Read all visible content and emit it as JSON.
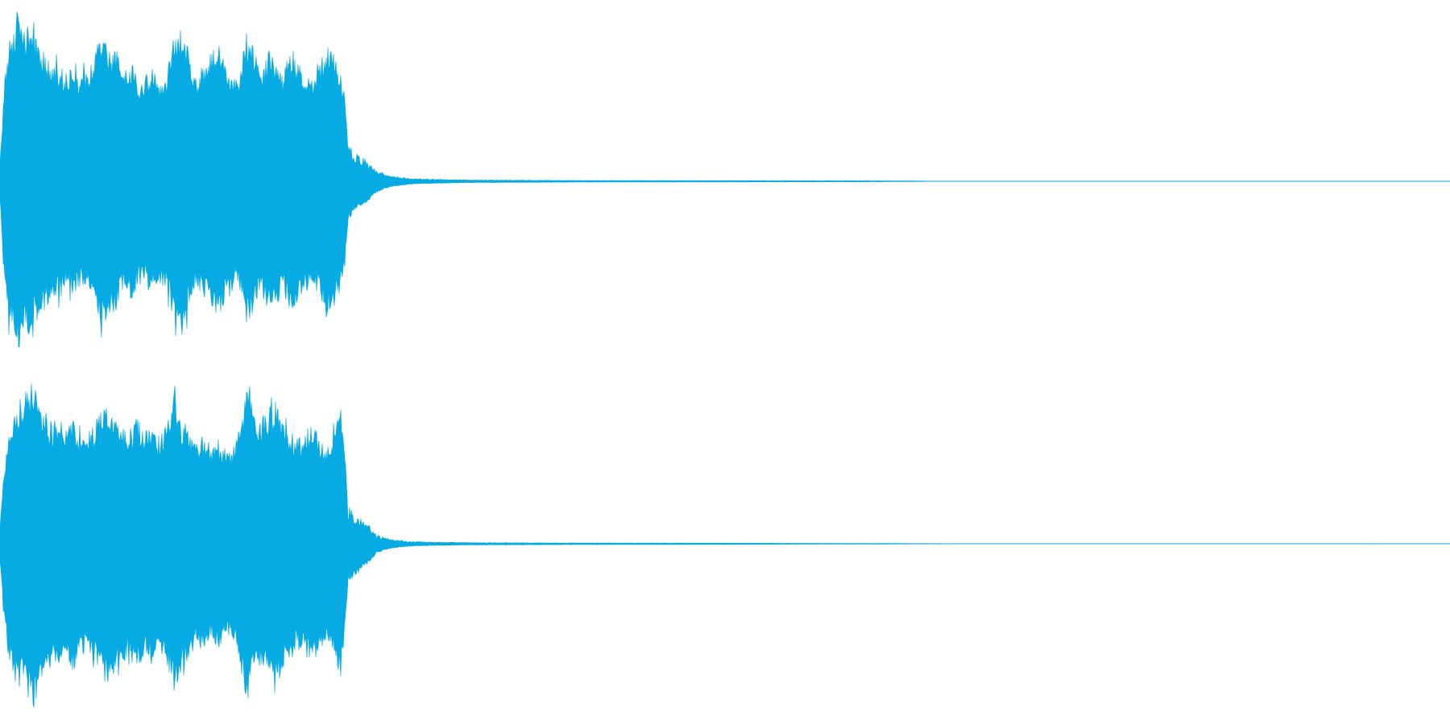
{
  "waveform": {
    "color": "#07ABE3",
    "background": "#FFFFFF",
    "channels": [
      {
        "name": "channel-1",
        "duration_fraction_loud": 0.24,
        "envelope": [
          [
            0.0,
            0.1
          ],
          [
            0.003,
            0.55
          ],
          [
            0.006,
            0.78
          ],
          [
            0.01,
            0.88
          ],
          [
            0.013,
            0.97
          ],
          [
            0.016,
            0.82
          ],
          [
            0.02,
            0.86
          ],
          [
            0.024,
            0.8
          ],
          [
            0.028,
            0.74
          ],
          [
            0.032,
            0.7
          ],
          [
            0.036,
            0.62
          ],
          [
            0.04,
            0.66
          ],
          [
            0.045,
            0.6
          ],
          [
            0.05,
            0.63
          ],
          [
            0.055,
            0.58
          ],
          [
            0.06,
            0.62
          ],
          [
            0.065,
            0.7
          ],
          [
            0.07,
            0.84
          ],
          [
            0.075,
            0.72
          ],
          [
            0.08,
            0.74
          ],
          [
            0.085,
            0.6
          ],
          [
            0.09,
            0.66
          ],
          [
            0.095,
            0.56
          ],
          [
            0.1,
            0.58
          ],
          [
            0.105,
            0.62
          ],
          [
            0.11,
            0.56
          ],
          [
            0.115,
            0.6
          ],
          [
            0.12,
            0.8
          ],
          [
            0.125,
            0.86
          ],
          [
            0.13,
            0.72
          ],
          [
            0.135,
            0.58
          ],
          [
            0.14,
            0.62
          ],
          [
            0.145,
            0.7
          ],
          [
            0.15,
            0.78
          ],
          [
            0.155,
            0.66
          ],
          [
            0.16,
            0.62
          ],
          [
            0.165,
            0.58
          ],
          [
            0.17,
            0.82
          ],
          [
            0.175,
            0.74
          ],
          [
            0.18,
            0.62
          ],
          [
            0.185,
            0.72
          ],
          [
            0.19,
            0.7
          ],
          [
            0.195,
            0.6
          ],
          [
            0.2,
            0.74
          ],
          [
            0.205,
            0.66
          ],
          [
            0.21,
            0.62
          ],
          [
            0.215,
            0.58
          ],
          [
            0.22,
            0.64
          ],
          [
            0.225,
            0.76
          ],
          [
            0.23,
            0.7
          ],
          [
            0.235,
            0.62
          ],
          [
            0.238,
            0.48
          ],
          [
            0.24,
            0.22
          ],
          [
            0.245,
            0.16
          ],
          [
            0.25,
            0.14
          ],
          [
            0.255,
            0.1
          ],
          [
            0.26,
            0.06
          ],
          [
            0.27,
            0.03
          ],
          [
            0.285,
            0.015
          ],
          [
            0.32,
            0.008
          ],
          [
            0.4,
            0.005
          ],
          [
            0.5,
            0.004
          ],
          [
            0.6,
            0.003
          ],
          [
            0.63,
            0.002
          ],
          [
            0.64,
            0.001
          ],
          [
            1.0,
            0.001
          ]
        ]
      },
      {
        "name": "channel-2",
        "duration_fraction_loud": 0.24,
        "envelope": [
          [
            0.0,
            0.1
          ],
          [
            0.003,
            0.45
          ],
          [
            0.006,
            0.64
          ],
          [
            0.01,
            0.72
          ],
          [
            0.013,
            0.74
          ],
          [
            0.016,
            0.78
          ],
          [
            0.02,
            0.86
          ],
          [
            0.024,
            0.92
          ],
          [
            0.028,
            0.78
          ],
          [
            0.032,
            0.72
          ],
          [
            0.036,
            0.66
          ],
          [
            0.04,
            0.7
          ],
          [
            0.045,
            0.64
          ],
          [
            0.05,
            0.72
          ],
          [
            0.055,
            0.62
          ],
          [
            0.06,
            0.6
          ],
          [
            0.065,
            0.66
          ],
          [
            0.07,
            0.74
          ],
          [
            0.075,
            0.78
          ],
          [
            0.08,
            0.72
          ],
          [
            0.085,
            0.66
          ],
          [
            0.09,
            0.62
          ],
          [
            0.095,
            0.7
          ],
          [
            0.1,
            0.6
          ],
          [
            0.105,
            0.64
          ],
          [
            0.11,
            0.58
          ],
          [
            0.115,
            0.68
          ],
          [
            0.12,
            0.82
          ],
          [
            0.125,
            0.7
          ],
          [
            0.13,
            0.64
          ],
          [
            0.135,
            0.56
          ],
          [
            0.14,
            0.6
          ],
          [
            0.145,
            0.52
          ],
          [
            0.15,
            0.58
          ],
          [
            0.155,
            0.54
          ],
          [
            0.16,
            0.52
          ],
          [
            0.165,
            0.64
          ],
          [
            0.17,
            0.9
          ],
          [
            0.175,
            0.72
          ],
          [
            0.18,
            0.68
          ],
          [
            0.185,
            0.74
          ],
          [
            0.19,
            0.8
          ],
          [
            0.195,
            0.7
          ],
          [
            0.2,
            0.62
          ],
          [
            0.205,
            0.58
          ],
          [
            0.21,
            0.62
          ],
          [
            0.215,
            0.66
          ],
          [
            0.22,
            0.6
          ],
          [
            0.225,
            0.56
          ],
          [
            0.23,
            0.62
          ],
          [
            0.235,
            0.74
          ],
          [
            0.238,
            0.5
          ],
          [
            0.24,
            0.22
          ],
          [
            0.245,
            0.18
          ],
          [
            0.25,
            0.14
          ],
          [
            0.255,
            0.1
          ],
          [
            0.26,
            0.05
          ],
          [
            0.27,
            0.025
          ],
          [
            0.285,
            0.012
          ],
          [
            0.32,
            0.007
          ],
          [
            0.4,
            0.005
          ],
          [
            0.5,
            0.004
          ],
          [
            0.54,
            0.003
          ],
          [
            0.6,
            0.002
          ],
          [
            0.66,
            0.001
          ],
          [
            1.0,
            0.001
          ]
        ]
      }
    ]
  }
}
